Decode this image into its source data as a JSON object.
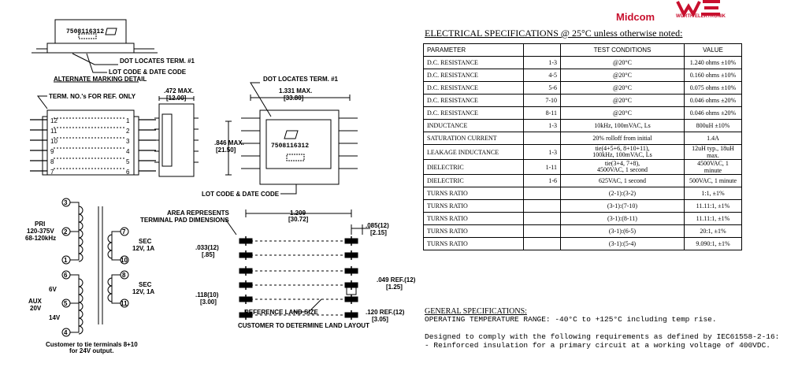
{
  "brand": {
    "midcom": "Midcom",
    "wurth": "WÜRTH ELEKTRONIK",
    "logo_icon": "we-logo-icon",
    "color": "#c8102e"
  },
  "alt_marking": {
    "part_number": "7508116312",
    "dot_note": "DOT LOCATES TERM. #1",
    "lot_note": "LOT CODE & DATE CODE",
    "title": "ALTERNATE MARKING DETAIL"
  },
  "top_view": {
    "term_note": "TERM. NO.'s FOR REF. ONLY",
    "left_pins": [
      "12",
      "11",
      "10",
      "9",
      "8",
      "7"
    ],
    "right_pins": [
      "1",
      "2",
      "3",
      "4",
      "5",
      "6"
    ]
  },
  "side_view": {
    "width_dim": ".472 MAX.",
    "width_dim_mm": "[12.00]"
  },
  "front_view": {
    "dot_note": "DOT LOCATES TERM. #1",
    "length_dim": "1.331 MAX.",
    "length_dim_mm": "[33.80]",
    "height_dim": ".846 MAX.",
    "height_dim_mm": "[21.50]",
    "part_number": "7508116312",
    "lot_note": "LOT CODE & DATE CODE"
  },
  "schematic": {
    "pri": "PRI",
    "pri_v": "120-375V",
    "pri_f": "68-120kHz",
    "sec1": "SEC",
    "sec1_v": "12V, 1A",
    "sec2": "SEC",
    "sec2_v": "12V, 1A",
    "aux": "AUX",
    "aux_v": "20V",
    "v6": "6V",
    "v14": "14V",
    "note1": "Customer to tie terminals 8+10",
    "note2": "for 24V output.",
    "pins": [
      "3",
      "2",
      "1",
      "6",
      "5",
      "4",
      "7",
      "10",
      "8",
      "11"
    ]
  },
  "land": {
    "area_note1": "AREA REPRESENTS",
    "area_note2": "TERMINAL PAD DIMENSIONS",
    "width": "1.209",
    "width_mm": "[30.72]",
    "pitch": ".085(12)",
    "pitch_mm": "[2.15]",
    "pad": ".033(12)",
    "pad_mm": "[.85]",
    "gap": ".118(10)",
    "gap_mm": "[3.00]",
    "ref1": ".049 REF.(12)",
    "ref1_mm": "[1.25]",
    "ref2": ".120 REF.(12)",
    "ref2_mm": "[3.05]",
    "ref_land": "REFERENCE LAND SIZE",
    "customer": "CUSTOMER TO DETERMINE LAND LAYOUT"
  },
  "electrical": {
    "title": "ELECTRICAL SPECIFICATIONS @ 25°C unless otherwise noted:",
    "headers": [
      "PARAMETER",
      "TEST CONDITIONS",
      "VALUE"
    ],
    "rows": [
      {
        "param": "D.C. RESISTANCE",
        "pins": "1-3",
        "cond": "@20°C",
        "value": "1.240 ohms ±10%"
      },
      {
        "param": "D.C. RESISTANCE",
        "pins": "4-5",
        "cond": "@20°C",
        "value": "0.160 ohms ±10%"
      },
      {
        "param": "D.C. RESISTANCE",
        "pins": "5-6",
        "cond": "@20°C",
        "value": "0.075 ohms ±10%"
      },
      {
        "param": "D.C. RESISTANCE",
        "pins": "7-10",
        "cond": "@20°C",
        "value": "0.046 ohms ±20%"
      },
      {
        "param": "D.C. RESISTANCE",
        "pins": "8-11",
        "cond": "@20°C",
        "value": "0.046 ohms ±20%"
      },
      {
        "param": "INDUCTANCE",
        "pins": "1-3",
        "cond": "10kHz, 100mVAC, Ls",
        "value": "800uH ±10%"
      },
      {
        "param": "SATURATION CURRENT",
        "pins": "",
        "cond": "20% rolloff from initial",
        "value": "1.4A"
      },
      {
        "param": "LEAKAGE INDUCTANCE",
        "pins": "1-3",
        "cond": "tie(4+5+6, 8+10+11),\n100kHz, 100mVAC, Ls",
        "value": "12uH typ., 18uH max."
      },
      {
        "param": "DIELECTRIC",
        "pins": "1-11",
        "cond": "tie(3+4, 7+8),\n4500VAC, 1 second",
        "value": "4500VAC, 1 minute"
      },
      {
        "param": "DIELECTRIC",
        "pins": "1-6",
        "cond": "625VAC, 1 second",
        "value": "500VAC, 1 minute"
      },
      {
        "param": "TURNS RATIO",
        "pins": "",
        "cond": "(2-1):(3-2)",
        "value": "1:1, ±1%"
      },
      {
        "param": "TURNS RATIO",
        "pins": "",
        "cond": "(3-1):(7-10)",
        "value": "11.11:1, ±1%"
      },
      {
        "param": "TURNS RATIO",
        "pins": "",
        "cond": "(3-1):(8-11)",
        "value": "11.11:1, ±1%"
      },
      {
        "param": "TURNS RATIO",
        "pins": "",
        "cond": "(3-1):(6-5)",
        "value": "20:1, ±1%"
      },
      {
        "param": "TURNS RATIO",
        "pins": "",
        "cond": "(3-1):(5-4)",
        "value": "9.090:1, ±1%"
      }
    ]
  },
  "general": {
    "title": "GENERAL SPECIFICATIONS:",
    "line1": "OPERATING TEMPERATURE RANGE: -40°C to +125°C including temp rise.",
    "line2": "Designed to comply with the following requirements as defined by IEC61558-2-16:",
    "line3": "- Reinforced insulation for a primary circuit at a working voltage of 400VDC."
  }
}
